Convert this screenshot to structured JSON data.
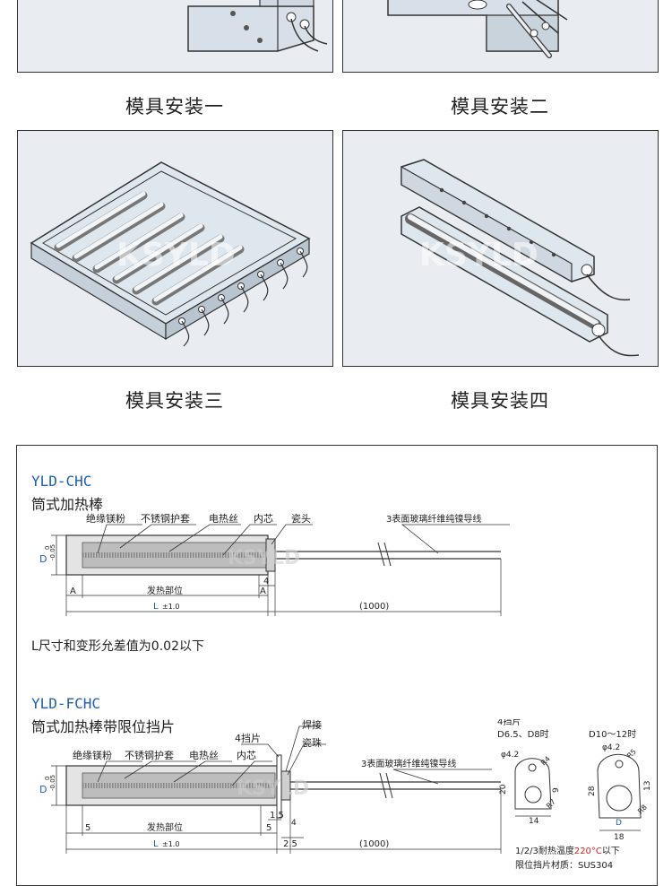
{
  "captions": [
    "模具安装一",
    "模具安装二",
    "模具安装三",
    "模具安装四"
  ],
  "watermark": "KSYLD",
  "section1": {
    "model": "YLD-CHC",
    "title": "筒式加热棒",
    "labels": {
      "insulation": "绝缘镁粉",
      "sleeve": "不锈钢护套",
      "wire": "电热丝",
      "core": "内芯",
      "ceramic_head": "瓷头",
      "lead": "3表面玻璃纤维纯镍导线",
      "dia_main": "D",
      "dia_tol_top": "0",
      "dia_tol_bottom": "-0.05",
      "dim_a_left": "A",
      "dim_a_right": "A",
      "heat_zone": "发热部位",
      "length": "L",
      "length_tol": "±1.0",
      "lead_length": "(1000)",
      "dim_4": "4"
    },
    "note": "L尺寸和变形允差值为0.02以下"
  },
  "section2": {
    "model": "YLD-FCHC",
    "title": "筒式加热棒带限位挡片",
    "labels": {
      "insulation": "绝缘镁粉",
      "sleeve": "不锈钢护套",
      "wire": "电热丝",
      "core": "内芯",
      "stop_plate": "4挡片",
      "weld": "焊接",
      "ceramic_bead": "瓷珠",
      "lead": "3表面玻璃纤维纯镍导线",
      "dia_main": "D",
      "dia_tol_top": "0",
      "dia_tol_bottom": "-0.05",
      "dim_5_left": "5",
      "dim_5_right": "5",
      "heat_zone": "发热部位",
      "length": "L",
      "length_tol": "±1.0",
      "lead_length": "(1000)",
      "dim_1_5": "1.5",
      "dim_2_5": "2.5",
      "dim_4": "4"
    },
    "plate_a": {
      "title1": "4挡片",
      "title2": "D6.5、D8时",
      "hole": "φ4.2",
      "r": "R4",
      "h": "20",
      "w": "14",
      "d": "9",
      "r7": "R7"
    },
    "plate_b": {
      "title": "D10～12时",
      "hole": "φ4.2",
      "r5": "R5",
      "h": "28",
      "side": "13",
      "w": "18",
      "d": "D",
      "r8": "R8"
    },
    "temp_note_prefix": "1/2/3耐热温度",
    "temp_note_value": "220°C",
    "temp_note_suffix": "以下",
    "material_note": "限位挡片材质：SUS304"
  }
}
